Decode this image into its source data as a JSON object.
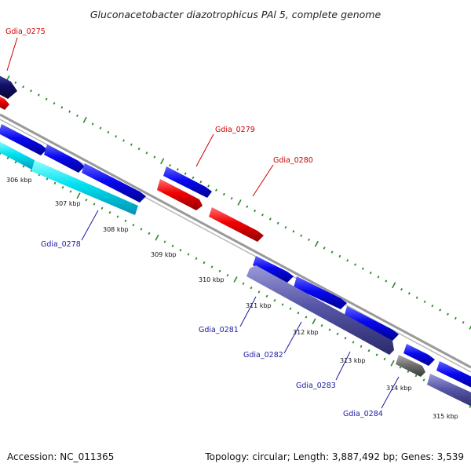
{
  "title": "Gluconacetobacter diazotrophicus PAl 5, complete genome",
  "footer": {
    "accession": "Accession: NC_011365",
    "topology": "Topology: circular; Length: 3,887,492 bp; Genes: 3,539"
  },
  "colors": {
    "backbone": "#999999",
    "tick": "#2a8a2a",
    "forward_gene": "#0a0af0",
    "reverse_gene": "#f01010",
    "light_gene": "#00e6f0",
    "purple_gene": "#5a5aa8",
    "gray_gene": "#707070",
    "navy_gene": "#101070"
  },
  "ticks": [
    "306 kbp",
    "307 kbp",
    "308 kbp",
    "309 kbp",
    "310 kbp",
    "311 kbp",
    "312 kbp",
    "313 kbp",
    "314 kbp",
    "315 kbp"
  ],
  "gene_labels": [
    {
      "text": "Gdia_0275",
      "color": "red"
    },
    {
      "text": "Gdia_0279",
      "color": "red"
    },
    {
      "text": "Gdia_0280",
      "color": "red"
    },
    {
      "text": "Gdia_0278",
      "color": "blue"
    },
    {
      "text": "Gdia_0281",
      "color": "blue"
    },
    {
      "text": "Gdia_0282",
      "color": "blue"
    },
    {
      "text": "Gdia_0283",
      "color": "blue"
    },
    {
      "text": "Gdia_0284",
      "color": "blue"
    }
  ]
}
